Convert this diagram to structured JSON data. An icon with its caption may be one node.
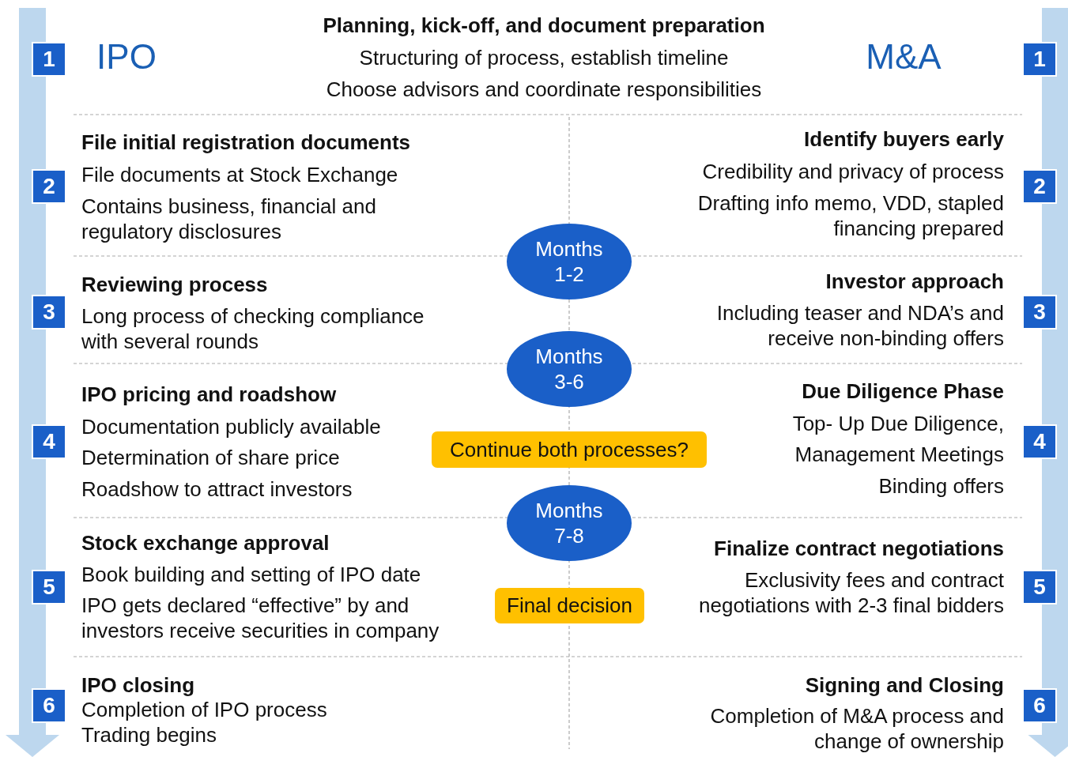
{
  "diagram": {
    "nodes": [
      {
        "text": [
          "1"
        ]
      },
      {
        "text": [
          "1"
        ]
      },
      {
        "text": [
          "2"
        ]
      },
      {
        "text": [
          "2"
        ]
      },
      {
        "text": [
          "Months 1-2"
        ]
      },
      {
        "text": [
          "3"
        ]
      },
      {
        "text": [
          "3"
        ]
      },
      {
        "text": [
          "Months 3-6"
        ]
      },
      {
        "text": [
          "4"
        ]
      },
      {
        "text": [
          "Continue both processes?"
        ]
      },
      {
        "text": [
          "4"
        ]
      },
      {
        "text": [
          "Months 7-8"
        ]
      },
      {
        "text": [
          "5"
        ]
      },
      {
        "text": [
          "Final decision"
        ]
      },
      {
        "text": [
          "5"
        ]
      },
      {
        "text": [
          "6"
        ]
      },
      {
        "text": [
          "6"
        ]
      }
    ],
    "labels": [
      "IPO",
      "Planning, kick-off, and document preparation",
      "Structuring of process, establish timeline",
      "Choose advisors and coordinate responsibilities",
      "M&A",
      "File initial registration documents",
      "File documents at Stock Exchange",
      "Contains business, financial and regulatory disclosures",
      "Identify buyers early",
      "Credibility and privacy of process",
      "Drafting info memo, VDD, stapled financing prepared",
      "Reviewing process",
      "Long process of checking compliance with several rounds",
      "Investor approach",
      "Including teaser and NDA’s and receive non-binding offers",
      "IPO pricing and roadshow",
      "Documentation publicly available",
      "Determination of share price",
      "Roadshow to attract investors",
      "Due Diligence Phase",
      "Top- Up Due Diligence,",
      "Management Meetings",
      "Binding offers",
      "Stock exchange approval",
      "Book building and setting of IPO date",
      "IPO gets declared “effective” by and investors receive securities in company",
      "Finalize contract negotiations",
      "Exclusivity fees and contract negotiations with 2-3 final bidders",
      "IPO closing",
      "Completion of IPO process",
      "Trading begins",
      "Signing and Closing",
      "Completion of M&A process and change of ownership"
    ]
  }
}
